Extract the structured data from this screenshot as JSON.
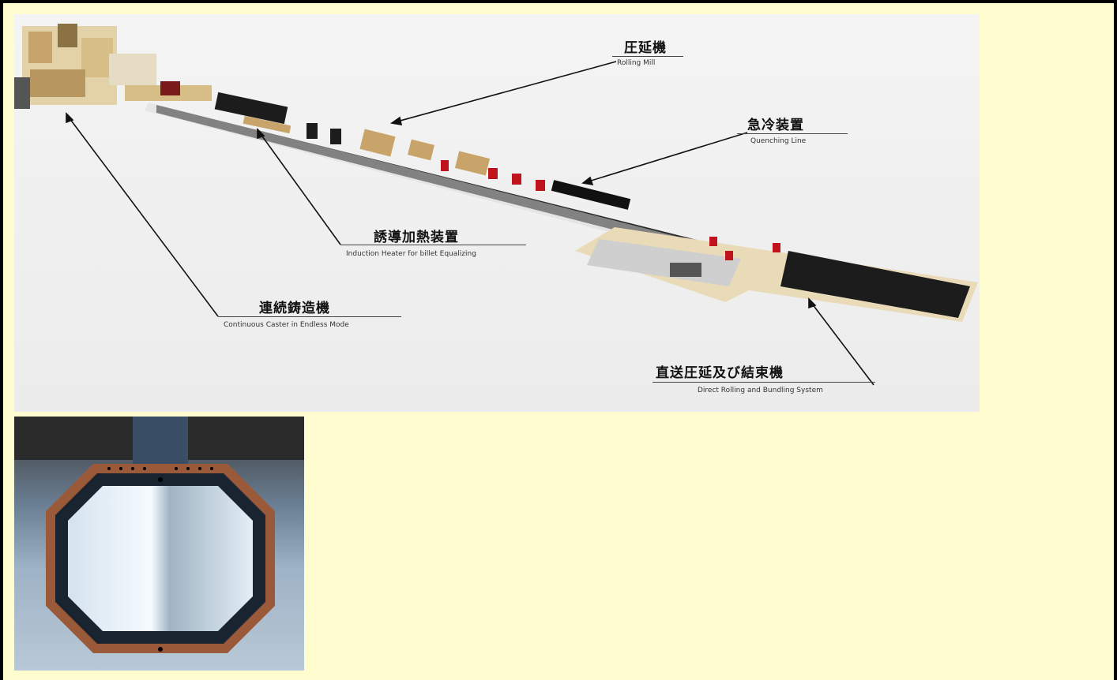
{
  "labels": {
    "rolling_mill": {
      "ja": "圧延機",
      "en": "Rolling Mill"
    },
    "quenching": {
      "ja": "急冷装置",
      "en": "Quenching Line"
    },
    "induction": {
      "ja": "誘導加熱装置",
      "en": "Induction Heater for billet Equalizing"
    },
    "caster": {
      "ja": "連続鋳造機",
      "en": "Continuous Caster in Endless Mode"
    },
    "bundling": {
      "ja": "直送圧延及び結束機",
      "en": "Direct Rolling and Bundling System"
    }
  },
  "colors": {
    "background": "#fffdd0",
    "frame": "#000000",
    "machine_dark": "#1c1c1c",
    "machine_wood": "#c9a46a",
    "machine_red": "#c0141c"
  }
}
